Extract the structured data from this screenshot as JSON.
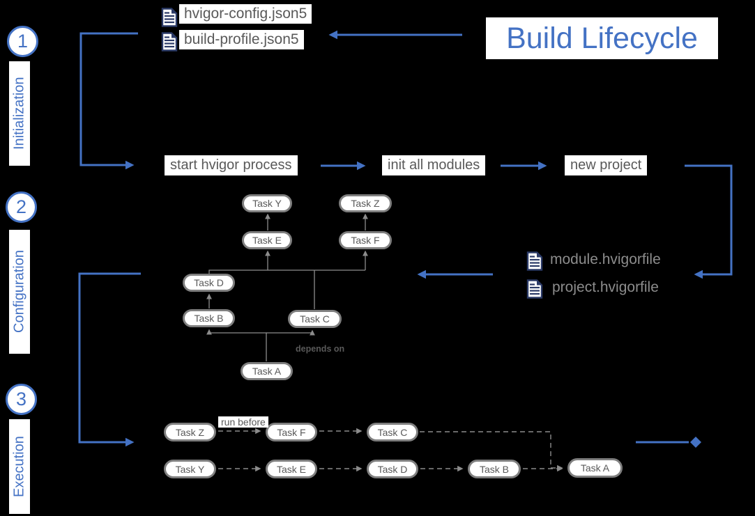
{
  "title": "Build Lifecycle",
  "stages": [
    {
      "number": "1",
      "label": "Initialization"
    },
    {
      "number": "2",
      "label": "Configuration"
    },
    {
      "number": "3",
      "label": "Execution"
    }
  ],
  "top_files": [
    "hvigor-config.json5",
    "build-profile.json5"
  ],
  "process_steps": [
    "start hvigor process",
    "init all modules",
    "new project"
  ],
  "hvigorfiles": [
    "module.hvigorfile",
    "project.hvigorfile"
  ],
  "config_graph": {
    "tasks": [
      "Task Y",
      "Task Z",
      "Task E",
      "Task F",
      "Task D",
      "Task B",
      "Task C",
      "Task A"
    ],
    "edge_label": "depends on"
  },
  "execution": {
    "row1": [
      "Task Z",
      "Task F",
      "Task C"
    ],
    "row2": [
      "Task Y",
      "Task E",
      "Task D",
      "Task B",
      "Task A"
    ],
    "edge_label": "run before"
  },
  "icons": {
    "document": "document-icon",
    "end_marker": "diamond-end-marker"
  },
  "colors": {
    "background": "#000000",
    "accent_blue": "#4472c4",
    "label_background": "#ffffff",
    "label_text_gray": "#595959",
    "file_text_gray": "#8c8c8c",
    "pill_border_gray": "#7f7f7f",
    "connector_gray": "#8c8c8c",
    "icon_navy": "#2b3a67"
  }
}
